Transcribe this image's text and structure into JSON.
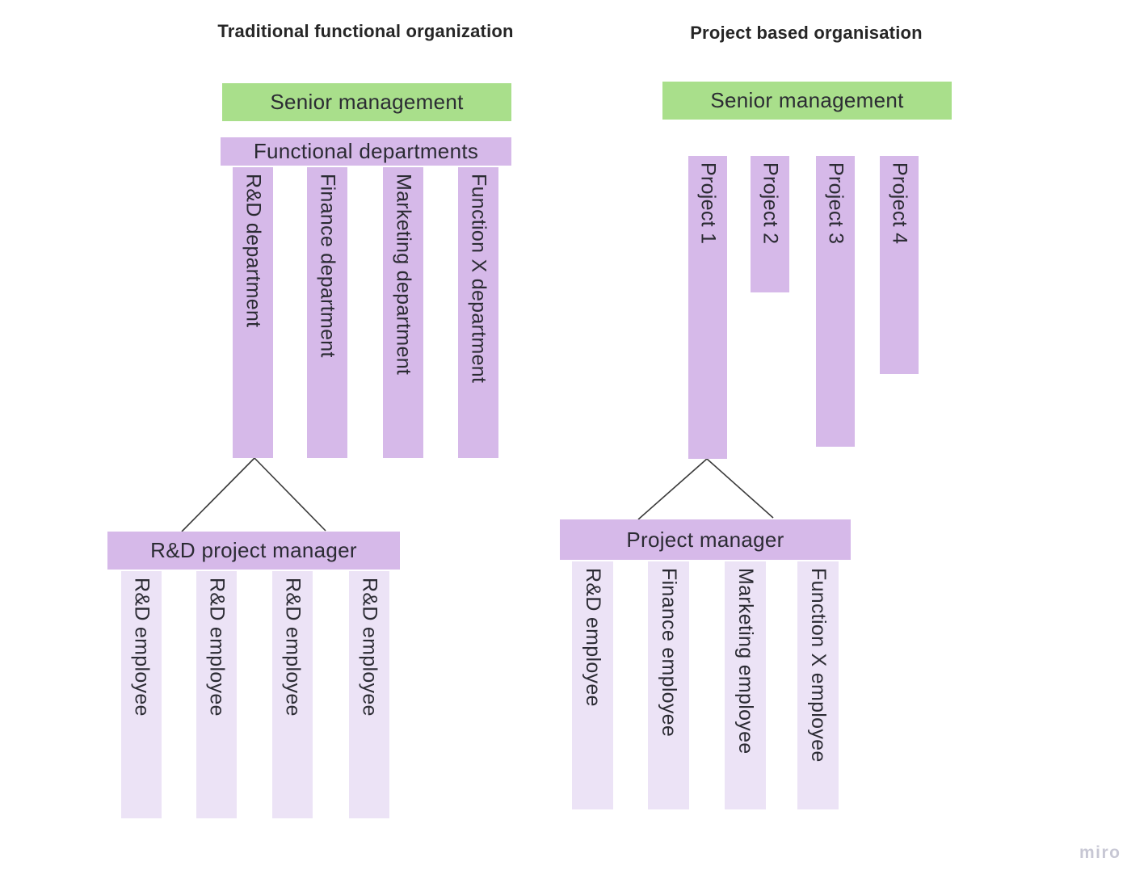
{
  "page": {
    "watermark": "miro"
  },
  "left_diagram": {
    "title": "Traditional functional organization",
    "senior_management": "Senior management",
    "functional_departments_label": "Functional departments",
    "departments": [
      "R&D department",
      "Finance department",
      "Marketing department",
      "Function X department"
    ],
    "manager": "R&D project manager",
    "employees": [
      "R&D employee",
      "R&D employee",
      "R&D employee",
      "R&D employee"
    ]
  },
  "right_diagram": {
    "title": "Project based organisation",
    "senior_management": "Senior management",
    "projects": [
      "Project 1",
      "Project 2",
      "Project 3",
      "Project 4"
    ],
    "manager": "Project manager",
    "employees": [
      "R&D employee",
      "Finance employee",
      "Marketing employee",
      "Function X employee"
    ]
  },
  "colors": {
    "senior_box_green": "#a9df8b",
    "node_purple": "#d6b9e9",
    "employee_light_purple": "#ece3f6",
    "connector_line": "#3a3a3a",
    "node_text": "#2b2b33",
    "title_text": "#262626",
    "watermark_gray": "#c7c7d4"
  }
}
